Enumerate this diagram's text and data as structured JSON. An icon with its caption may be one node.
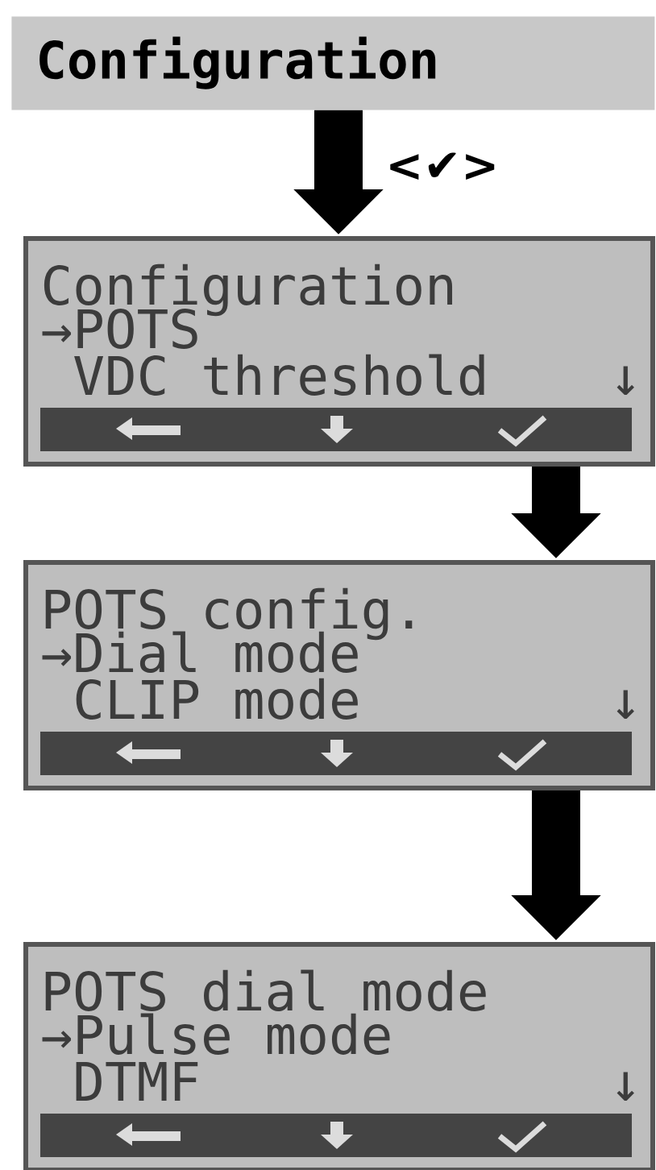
{
  "diagram": {
    "nodes": [
      {
        "text": [
          "Configuration"
        ]
      },
      {
        "text": [
          "Configuration",
          "→POTS",
          "VDC threshold",
          "↓"
        ]
      },
      {
        "text": [
          "POTS config.",
          "→Dial mode",
          "CLIP mode",
          "↓"
        ]
      },
      {
        "text": [
          "POTS dial mode",
          "→Pulse mode",
          "DTMF",
          "↓"
        ]
      }
    ],
    "edges": [
      {
        "from": 0,
        "to": 1,
        "arrow": "to",
        "label": "<✔>"
      },
      {
        "from": 1,
        "to": 2,
        "arrow": "to"
      },
      {
        "from": 2,
        "to": 3,
        "arrow": "to"
      }
    ]
  }
}
